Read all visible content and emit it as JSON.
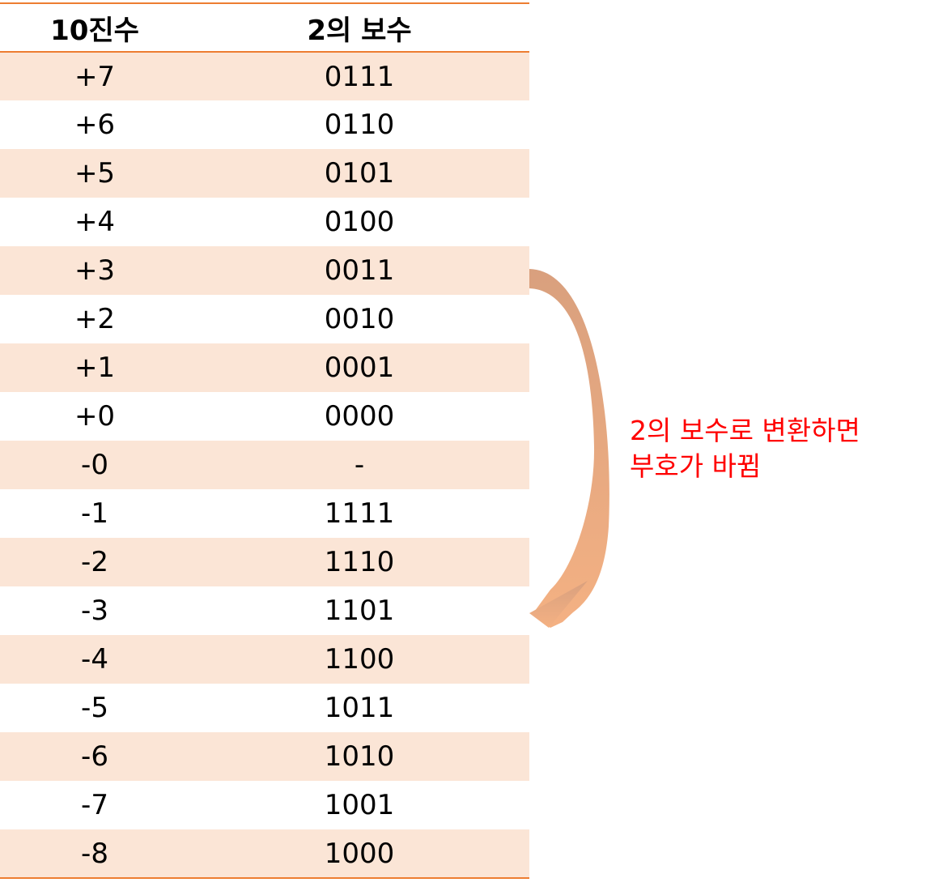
{
  "table": {
    "headers": {
      "decimal": "10진수",
      "twos_complement": "2의 보수"
    },
    "rows": [
      {
        "decimal": "+7",
        "binary": "0111"
      },
      {
        "decimal": "+6",
        "binary": "0110"
      },
      {
        "decimal": "+5",
        "binary": "0101"
      },
      {
        "decimal": "+4",
        "binary": "0100"
      },
      {
        "decimal": "+3",
        "binary": "0011"
      },
      {
        "decimal": "+2",
        "binary": "0010"
      },
      {
        "decimal": "+1",
        "binary": "0001"
      },
      {
        "decimal": "+0",
        "binary": "0000"
      },
      {
        "decimal": "-0",
        "binary": "-"
      },
      {
        "decimal": "-1",
        "binary": "1111"
      },
      {
        "decimal": "-2",
        "binary": "1110"
      },
      {
        "decimal": "-3",
        "binary": "1101"
      },
      {
        "decimal": "-4",
        "binary": "1100"
      },
      {
        "decimal": "-5",
        "binary": "1011"
      },
      {
        "decimal": "-6",
        "binary": "1010"
      },
      {
        "decimal": "-7",
        "binary": "1001"
      },
      {
        "decimal": "-8",
        "binary": "1000"
      }
    ]
  },
  "annotation": {
    "line1": "2의 보수로 변환하면",
    "line2": "부호가 바뀜"
  },
  "colors": {
    "border_accent": "#ED7D31",
    "row_shade": "#FBE5D6",
    "note_text": "#FF0000",
    "arrow_start": "#D9A07E",
    "arrow_end": "#F4B183"
  }
}
